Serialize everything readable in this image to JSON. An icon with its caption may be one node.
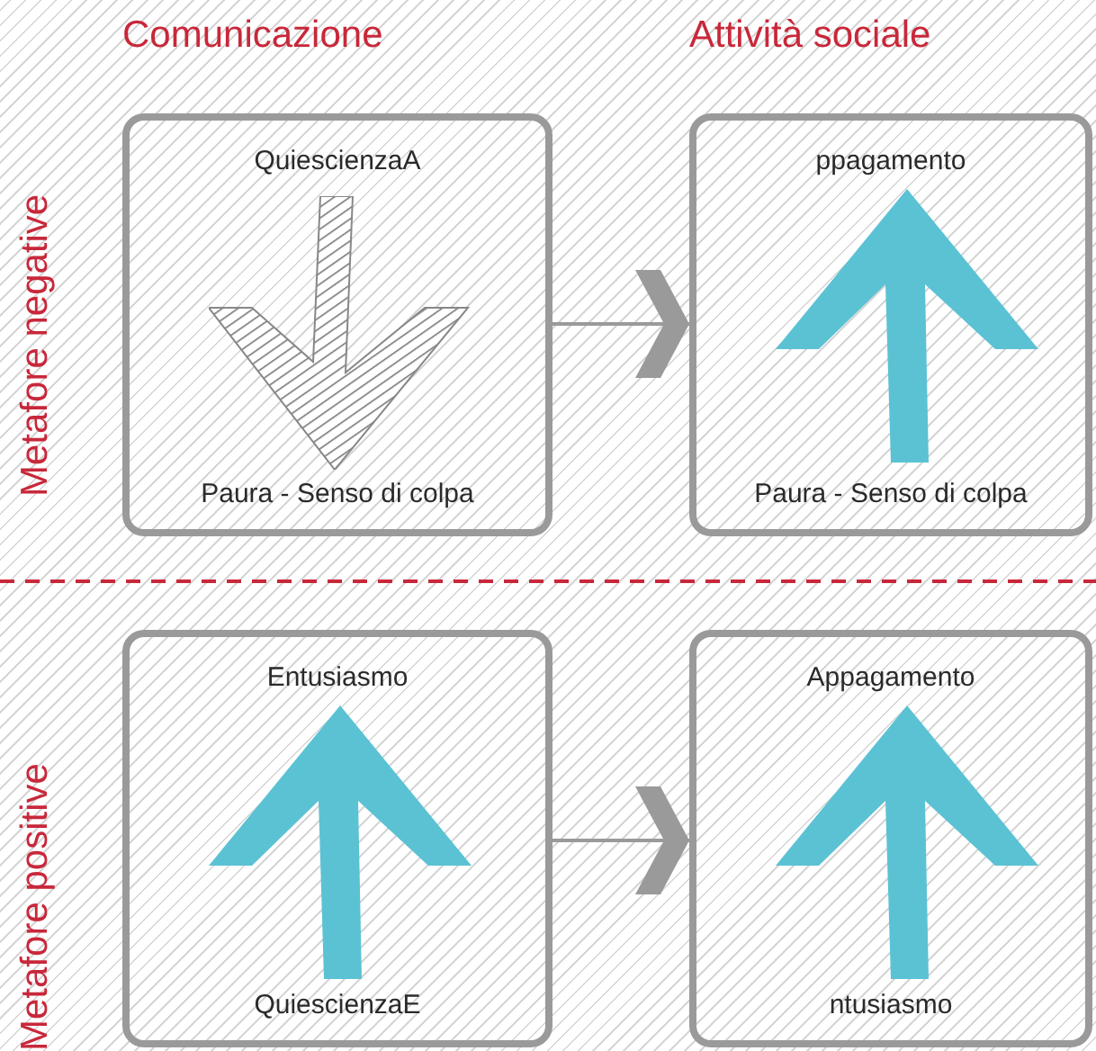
{
  "diagram": {
    "nodes": [
      {
        "text": [
          "QuiescienzaA",
          "Paura - Senso di colpa"
        ]
      },
      {
        "text": [
          "ppagamento",
          "Paura - Senso di colpa"
        ]
      },
      {
        "text": [
          "Entusiasmo",
          "QuiescienzaE"
        ]
      },
      {
        "text": [
          "Appagamento",
          "ntusiasmo"
        ]
      }
    ],
    "edges": [
      {
        "from": 0,
        "to": 1,
        "arrow": "to"
      },
      {
        "from": 2,
        "to": 3,
        "arrow": "to"
      }
    ],
    "labels": [
      "Comunicazione",
      "Attività sociale",
      "Metafore negative",
      "Metafore positive"
    ]
  }
}
